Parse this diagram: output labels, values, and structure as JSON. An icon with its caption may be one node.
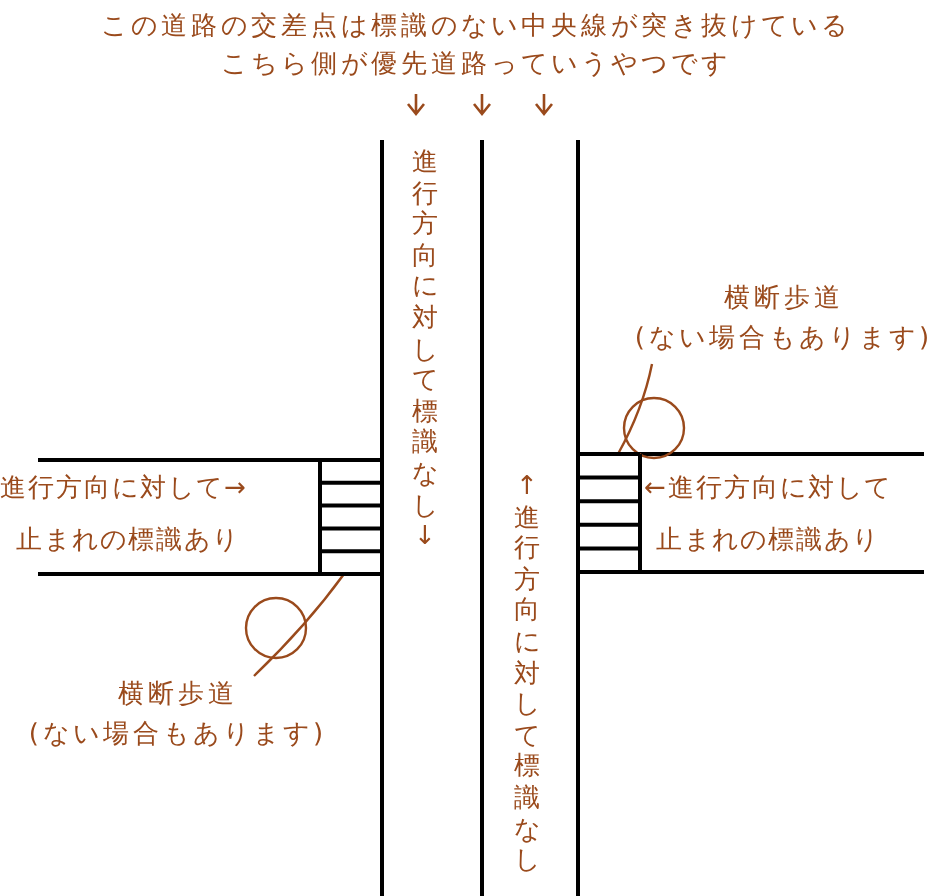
{
  "diagram": {
    "nodes": [
      {
        "text": [
          "横断歩道",
          "(ない場合もあります)"
        ]
      },
      {
        "text": [],
        "shape": "box"
      },
      {
        "text": [],
        "shape": "box"
      },
      {
        "text": [
          "横断歩道",
          "(ない場合もあります)"
        ]
      }
    ],
    "edges": [
      {
        "from": 0,
        "to": 2,
        "arrow": "none"
      },
      {
        "from": 3,
        "to": 1,
        "arrow": "none"
      }
    ],
    "labels": [
      "この道路の交差点は標識のない中央線が突き抜けている",
      "こちら側が優先道路っていうやつです",
      "進行方向に対して標識なし↓",
      "↑進行方向に対して標識なし",
      "進行方向に対して→",
      "止まれの標識あり",
      "←進行方向に対して",
      "止まれの標識あり"
    ]
  }
}
